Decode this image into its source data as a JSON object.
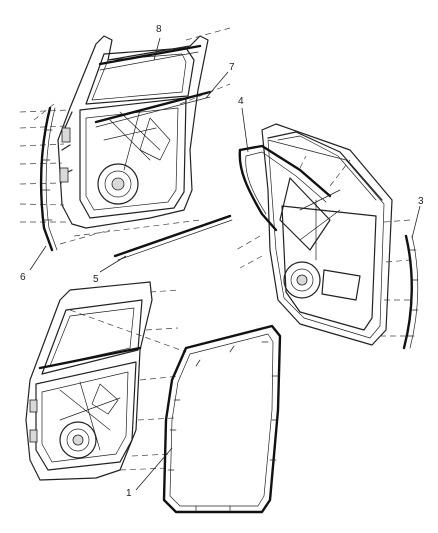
{
  "diagram": {
    "callouts": [
      {
        "id": "c1",
        "label": "1"
      },
      {
        "id": "c3",
        "label": "3"
      },
      {
        "id": "c4",
        "label": "4"
      },
      {
        "id": "c5",
        "label": "5"
      },
      {
        "id": "c6",
        "label": "6"
      },
      {
        "id": "c7",
        "label": "7"
      },
      {
        "id": "c8",
        "label": "8"
      }
    ],
    "colors": {
      "ink": "#222222",
      "background": "#ffffff",
      "shade": "#d9d9d9"
    }
  }
}
